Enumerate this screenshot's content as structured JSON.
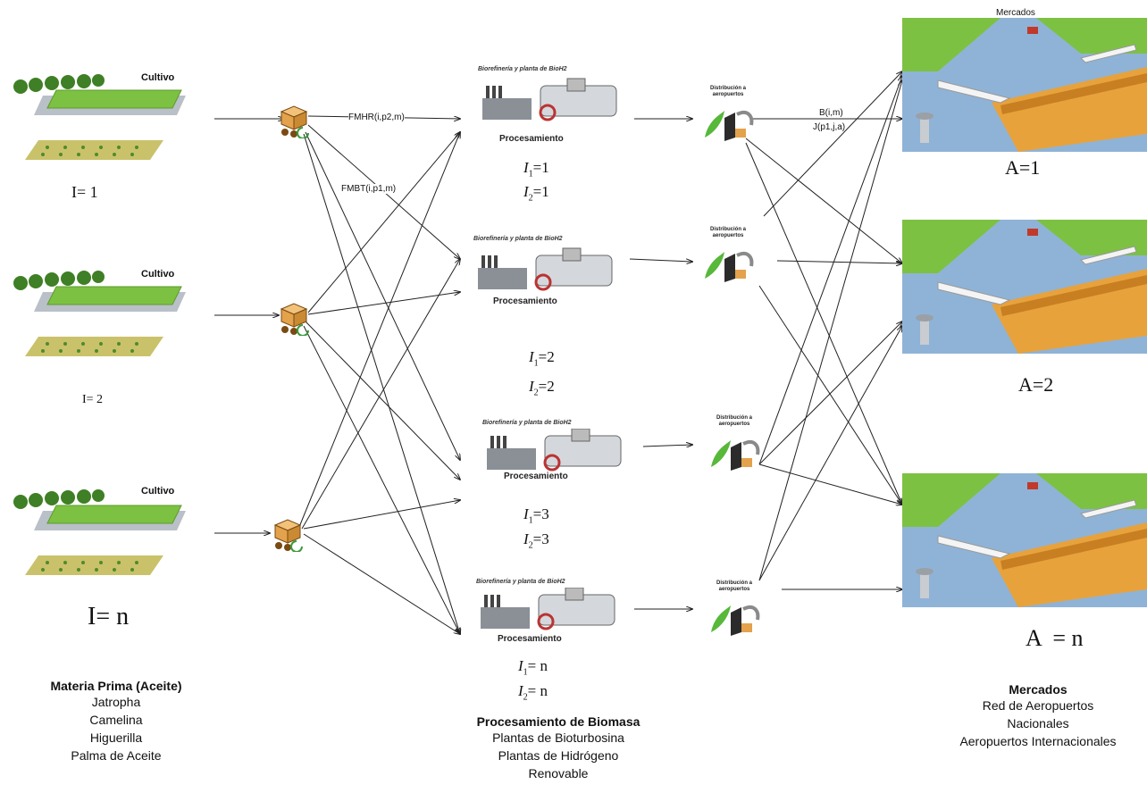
{
  "markets_header": "Mercados",
  "crops": [
    {
      "label": "Cultivo",
      "index": "I= 1"
    },
    {
      "label": "Cultivo",
      "index": "I= 2"
    },
    {
      "label": "Cultivo",
      "index": "I= n"
    }
  ],
  "flow_labels": {
    "fmhr": "FMHR(i,p2,m)",
    "fmbt": "FMBT(i,p1,m)",
    "b": "B(i,m)",
    "j": "J(p1,j,a)"
  },
  "processing": [
    {
      "header": "Biorefinería y planta de BioH2",
      "caption": "Procesamiento",
      "i1": "=1",
      "i2": "=1"
    },
    {
      "header": "Biorefinería y planta de BioH2",
      "caption": "Procesamiento",
      "i1": "=2",
      "i2": "=2"
    },
    {
      "header": "Biorefinería y planta de BioH2",
      "caption": "Procesamiento",
      "i1": "=3",
      "i2": "=3"
    },
    {
      "header": "Biorefinería y planta de BioH2",
      "caption": "Procesamiento",
      "i1": "= n",
      "i2": "= n"
    }
  ],
  "distribution_label": "Distribución a aeropuertos",
  "markets": [
    {
      "label": "A=1"
    },
    {
      "label": "A=2"
    },
    {
      "label": "A  = n"
    }
  ],
  "columns": {
    "raw": {
      "title": "Materia Prima (Aceite)",
      "items": [
        "Jatropha",
        "Camelina",
        "Higuerilla",
        "Palma de Aceite"
      ]
    },
    "processing": {
      "title": "Procesamiento de Biomasa",
      "items": [
        "Plantas de Bioturbosina",
        "Plantas de Hidrógeno",
        "Renovable"
      ]
    },
    "markets": {
      "title": "Mercados",
      "items": [
        "Red de Aeropuertos",
        "Nacionales",
        "Aeropuertos Internacionales"
      ]
    }
  },
  "colors": {
    "grass": "#7dc142",
    "tarmac": "#8fb3d6",
    "roof": "#e8a23c",
    "line": "#222222"
  }
}
